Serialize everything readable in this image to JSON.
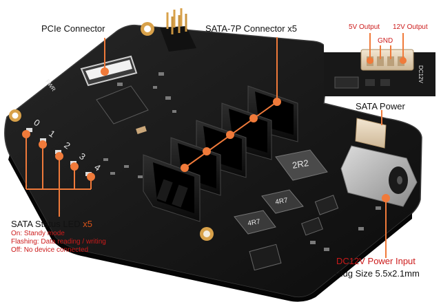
{
  "labels": {
    "pcie_connector": "PCIe Connector",
    "sata_connector": "SATA-7P Connector x5",
    "v5_output": "5V Output",
    "v12_output": "12V Output",
    "gnd": "GND",
    "dc12v_silk": "DC12V",
    "sata_power": "SATA Power",
    "sata_led_title": "SATA Status LED ",
    "sata_led_count": "x5",
    "led_on": "On: Standy mode",
    "led_flashing": "Flashing: Data reading / writing",
    "led_off": "Off: No device connected",
    "dc_input": "DC12V Power Input",
    "plug_size": "Plug Size 5.5x2.1mm"
  },
  "silkscreen": {
    "led_numbers": [
      "0",
      "1",
      "2",
      "3",
      "4"
    ],
    "inductor_2r2": "2R2",
    "inductor_4r7_a": "4R7",
    "inductor_4r7_b": "4R7",
    "pwr": "PWR"
  },
  "colors": {
    "pcb": "#141414",
    "pcb_edge": "#2a2a2a",
    "gold": "#d8a14a",
    "callout_orange": "#f07a3a",
    "label_orange": "#d9541a",
    "label_red": "#cc1a1a"
  }
}
